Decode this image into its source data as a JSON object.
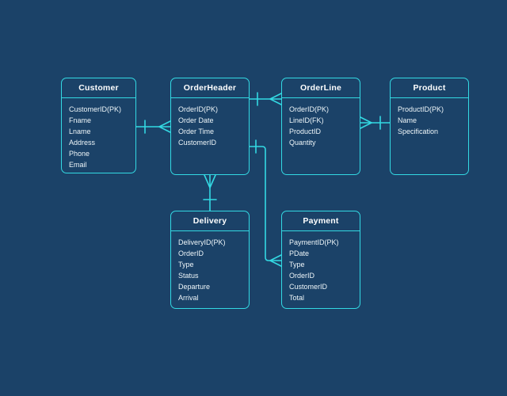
{
  "theme": {
    "background": "#1b4268",
    "line_color": "#33d9e3",
    "header_text_color": "#ffffff",
    "field_text_color": "#eef6f9"
  },
  "diagram": {
    "type": "entity-relationship",
    "notation": "crows-foot",
    "entities": [
      {
        "title": "Customer",
        "fields": [
          "CustomerID(PK)",
          "Fname",
          "Lname",
          "Address",
          "Phone",
          "Email"
        ]
      },
      {
        "title": "OrderHeader",
        "fields": [
          "OrderID(PK)",
          "Order Date",
          "Order Time",
          "CustomerID"
        ]
      },
      {
        "title": "OrderLine",
        "fields": [
          "OrderID(PK)",
          "LineID(FK)",
          "ProductID",
          "Quantity"
        ]
      },
      {
        "title": "Product",
        "fields": [
          "ProductID(PK)",
          "Name",
          "Specification"
        ]
      },
      {
        "title": "Delivery",
        "fields": [
          "DeliveryID(PK)",
          "OrderID",
          "Type",
          "Status",
          "Departure",
          "Arrival"
        ]
      },
      {
        "title": "Payment",
        "fields": [
          "PaymentID(PK)",
          "PDate",
          "Type",
          "OrderID",
          "CustomerID",
          "Total"
        ]
      }
    ],
    "relationships": [
      {
        "from": "Customer",
        "to": "OrderHeader",
        "from_cardinality": "one",
        "to_cardinality": "many"
      },
      {
        "from": "OrderHeader",
        "to": "OrderLine",
        "from_cardinality": "one",
        "to_cardinality": "many"
      },
      {
        "from": "Product",
        "to": "OrderLine",
        "from_cardinality": "one",
        "to_cardinality": "many"
      },
      {
        "from": "Delivery",
        "to": "OrderHeader",
        "from_cardinality": "one",
        "to_cardinality": "many"
      },
      {
        "from": "OrderHeader",
        "to": "Payment",
        "from_cardinality": "one",
        "to_cardinality": "many"
      }
    ]
  }
}
